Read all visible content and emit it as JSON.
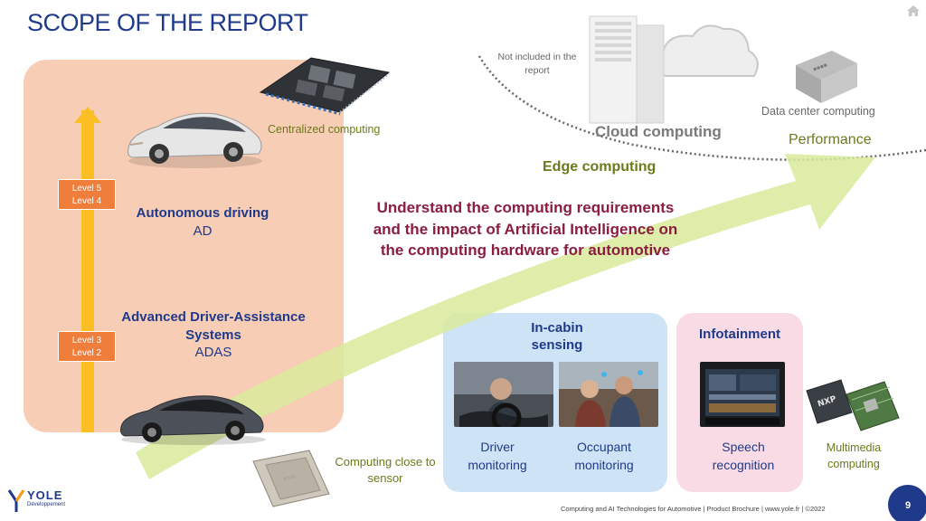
{
  "header": {
    "title": "SCOPE OF THE REPORT"
  },
  "levels": {
    "upper": {
      "line1": "Level 5",
      "line2": "Level 4"
    },
    "lower": {
      "line1": "Level 3",
      "line2": "Level 2"
    }
  },
  "autonomous": {
    "title": "Autonomous driving",
    "abbr": "AD"
  },
  "adas": {
    "title": "Advanced Driver-Assistance Systems",
    "abbr": "ADAS"
  },
  "labels": {
    "centralized": "Centralized computing",
    "not_included": "Not included in the report",
    "cloud": "Cloud computing",
    "data_center": "Data center computing",
    "performance": "Performance",
    "edge": "Edge computing",
    "close_to_sensor": "Computing close to sensor"
  },
  "main_statement": "Understand the computing requirements and the impact of Artificial Intelligence on the computing hardware for automotive",
  "in_cabin": {
    "title": "In-cabin sensing",
    "driver": "Driver monitoring",
    "occupant": "Occupant monitoring"
  },
  "infotainment": {
    "title": "Infotainment",
    "speech": "Speech recognition"
  },
  "multimedia": "Multimedia computing",
  "logo": {
    "brand": "YOLE",
    "sub": "Développement"
  },
  "footer": {
    "text": "Computing and AI Technologies for Automotive | Product Brochure | www.yole.fr | ©2022",
    "page": "9"
  },
  "colors": {
    "title": "#1f3a8a",
    "orange_panel": "#f8cdb5",
    "level_badge": "#ef7d3c",
    "arrow_yellow": "#fbbf24",
    "growth_arrow": "#d9ea9c",
    "edge_text": "#6b7a1a",
    "statement": "#8b1d3f",
    "blue_panel": "#cfe3f7",
    "pink_panel": "#f9dbe6",
    "page_badge": "#1f3a8a"
  }
}
